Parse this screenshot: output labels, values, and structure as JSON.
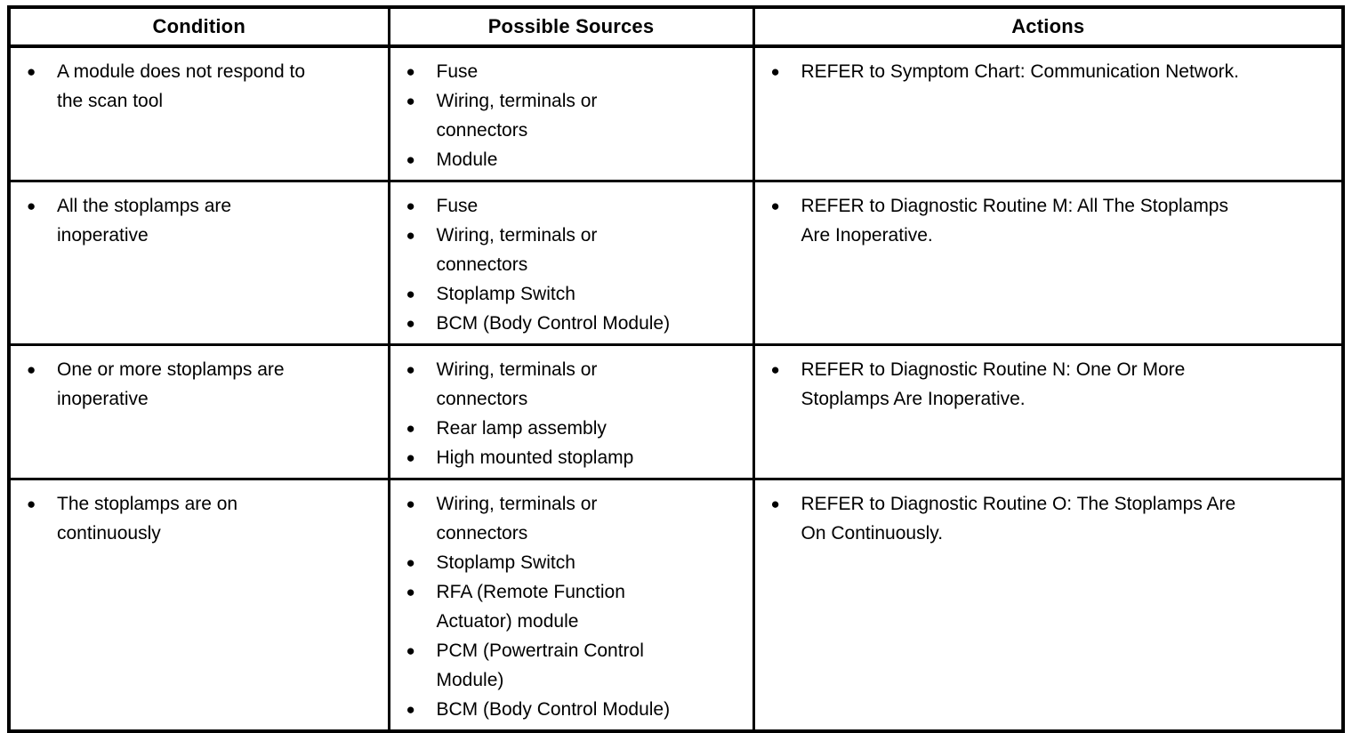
{
  "page": {
    "background_color": "#ffffff",
    "border_color": "#000000",
    "text_color": "#000000"
  },
  "icons": {
    "bullet": "●"
  },
  "table": {
    "headers": [
      "Condition",
      "Possible Sources",
      "Actions"
    ],
    "rows": [
      {
        "condition": [
          "A module does not respond to the scan tool"
        ],
        "sources": [
          "Fuse",
          "Wiring, terminals or connectors",
          "Module"
        ],
        "actions": [
          "REFER to Symptom Chart: Communication Network."
        ]
      },
      {
        "condition": [
          "All the stoplamps are inoperative"
        ],
        "sources": [
          "Fuse",
          "Wiring, terminals or connectors",
          "Stoplamp Switch",
          "BCM (Body Control Module)"
        ],
        "actions": [
          "REFER to Diagnostic Routine M: All The Stoplamps Are Inoperative."
        ]
      },
      {
        "condition": [
          "One or more stoplamps are inoperative"
        ],
        "sources": [
          "Wiring, terminals or connectors",
          "Rear lamp assembly",
          "High mounted stoplamp"
        ],
        "actions": [
          "REFER to Diagnostic Routine N: One Or More Stoplamps Are Inoperative."
        ]
      },
      {
        "condition": [
          "The stoplamps are on continuously"
        ],
        "sources": [
          "Wiring, terminals or connectors",
          "Stoplamp Switch",
          "RFA (Remote Function Actuator) module",
          "PCM (Powertrain Control Module)",
          "BCM (Body Control Module)"
        ],
        "actions": [
          "REFER to Diagnostic Routine O: The Stoplamps Are On Continuously."
        ]
      }
    ]
  }
}
